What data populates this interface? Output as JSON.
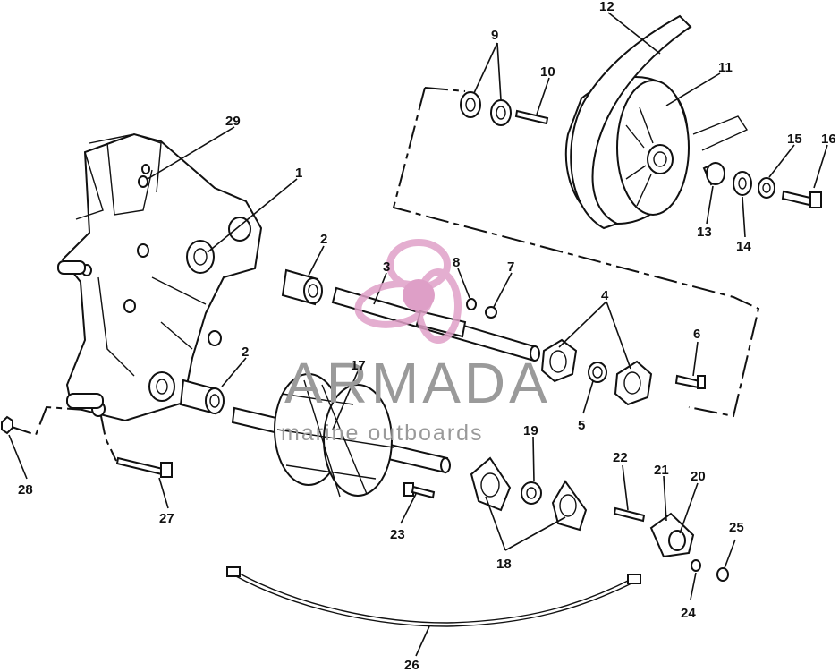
{
  "watermark": {
    "brand": "ARMADA",
    "tagline": "marine outboards",
    "colors": {
      "text": "#9a9a9a",
      "logo": "#e0a0c8",
      "logo_center": "#d98fbe"
    }
  },
  "callouts": [
    {
      "id": "1",
      "text": "1"
    },
    {
      "id": "2a",
      "text": "2"
    },
    {
      "id": "2b",
      "text": "2"
    },
    {
      "id": "3",
      "text": "3"
    },
    {
      "id": "4",
      "text": "4"
    },
    {
      "id": "5",
      "text": "5"
    },
    {
      "id": "6",
      "text": "6"
    },
    {
      "id": "7",
      "text": "7"
    },
    {
      "id": "8",
      "text": "8"
    },
    {
      "id": "9",
      "text": "9"
    },
    {
      "id": "10",
      "text": "10"
    },
    {
      "id": "11",
      "text": "11"
    },
    {
      "id": "12",
      "text": "12"
    },
    {
      "id": "13",
      "text": "13"
    },
    {
      "id": "14",
      "text": "14"
    },
    {
      "id": "15",
      "text": "15"
    },
    {
      "id": "16",
      "text": "16"
    },
    {
      "id": "17",
      "text": "17"
    },
    {
      "id": "18",
      "text": "18"
    },
    {
      "id": "19",
      "text": "19"
    },
    {
      "id": "20",
      "text": "20"
    },
    {
      "id": "21",
      "text": "21"
    },
    {
      "id": "22",
      "text": "22"
    },
    {
      "id": "23",
      "text": "23"
    },
    {
      "id": "24",
      "text": "24"
    },
    {
      "id": "25",
      "text": "25"
    },
    {
      "id": "26",
      "text": "26"
    },
    {
      "id": "27",
      "text": "27"
    },
    {
      "id": "28",
      "text": "28"
    },
    {
      "id": "29",
      "text": "29"
    }
  ]
}
